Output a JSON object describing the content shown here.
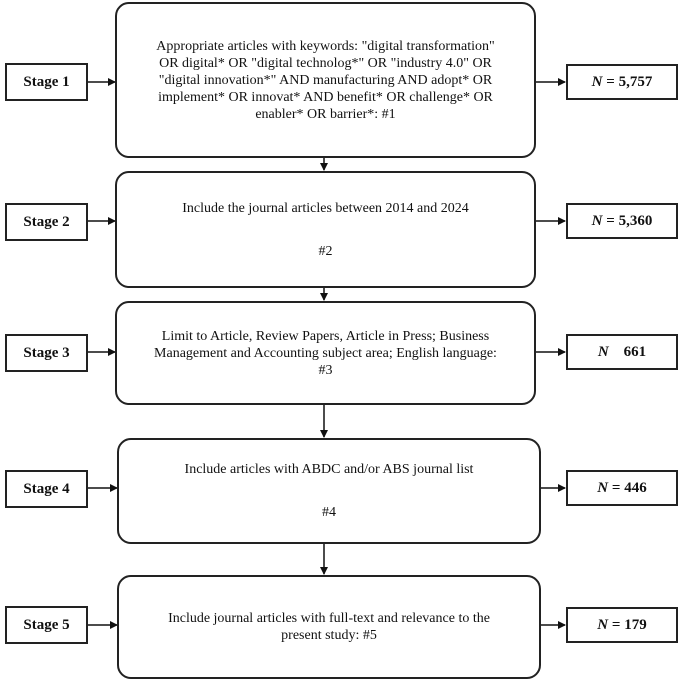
{
  "stages": [
    {
      "label": "Stage 1",
      "text": [
        "Appropriate articles with keywords: \"digital transformation\"",
        "OR digital* OR \"digital technolog*\" OR \"industry 4.0\" OR",
        "\"digital innovation*\" AND manufacturing AND adopt* OR",
        "implement* OR innovat* AND benefit* OR challenge* OR",
        "enabler* OR barrier*: #1"
      ],
      "tag": "",
      "n_symbol": "N",
      "n_text": " = 5,757",
      "n_value": 5757
    },
    {
      "label": "Stage 2",
      "text": [
        "Include the journal articles between 2014 and 2024"
      ],
      "tag": "#2",
      "n_symbol": "N",
      "n_text": " = 5,360",
      "n_value": 5360
    },
    {
      "label": "Stage 3",
      "text": [
        "Limit to Article, Review Papers, Article in Press; Business",
        "Management and Accounting subject area; English language:",
        "#3"
      ],
      "tag": "",
      "n_symbol": "N",
      "n_text": "    661",
      "n_value": 661
    },
    {
      "label": "Stage 4",
      "text": [
        "Include articles with ABDC and/or ABS journal list"
      ],
      "tag": "#4",
      "n_symbol": "N",
      "n_text": " = 446",
      "n_value": 446
    },
    {
      "label": "Stage 5",
      "text": [
        "Include journal articles with full-text and relevance to the",
        "present study: #5"
      ],
      "tag": "",
      "n_symbol": "N",
      "n_text": " = 179",
      "n_value": 179
    }
  ]
}
